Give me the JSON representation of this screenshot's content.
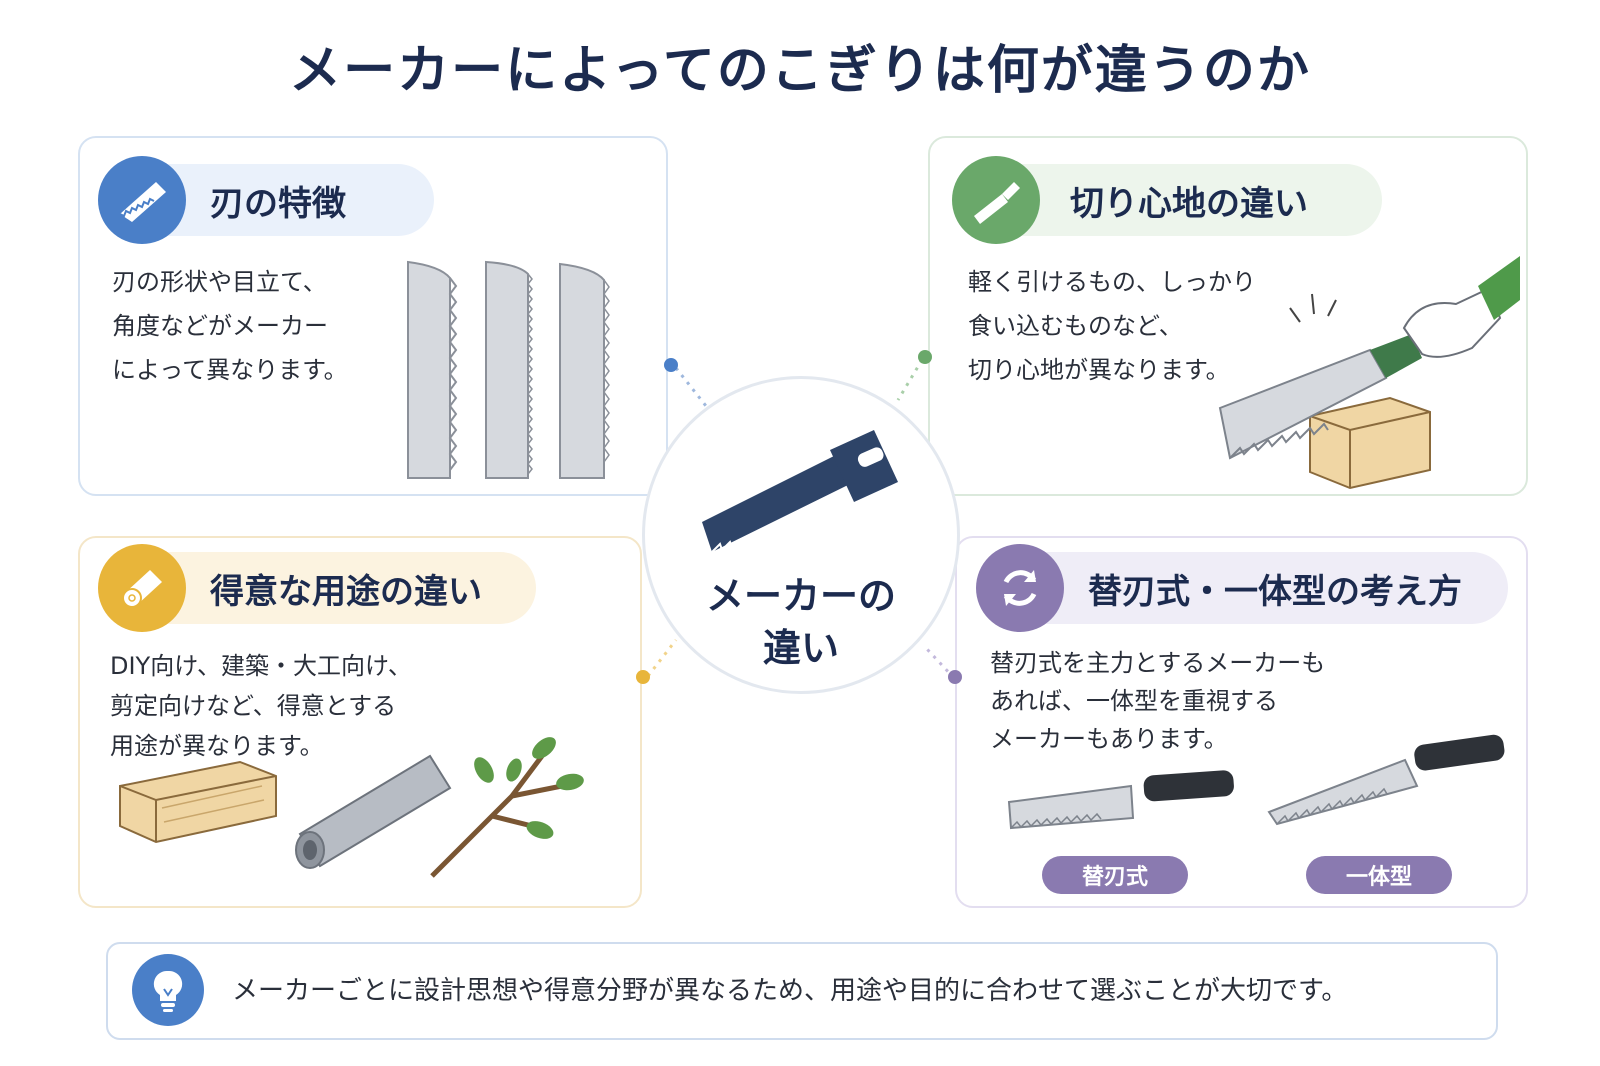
{
  "title": "メーカーによってのこぎりは何が違うのか",
  "center": {
    "line1": "メーカーの",
    "line2": "違い"
  },
  "cards": {
    "blade": {
      "heading": "刃の特徴",
      "lines": [
        "刃の形状や目立て、",
        "角度などがメーカー",
        "によって異なります。"
      ],
      "color": "#4a7fc8",
      "icon": "saw-blade-icon"
    },
    "feel": {
      "heading": "切り心地の違い",
      "lines": [
        "軽く引けるもの、しっかり",
        "食い込むものなど、",
        "切り心地が異なります。"
      ],
      "color": "#6aa86a",
      "icon": "pull-saw-icon"
    },
    "use": {
      "heading": "得意な用途の違い",
      "lines": [
        "DIY向け、建築・大工向け、",
        "剪定向けなど、得意とする",
        "用途が異なります。"
      ],
      "color": "#e8b53a",
      "icon": "wood-log-icon"
    },
    "type": {
      "heading": "替刃式・一体型の考え方",
      "lines": [
        "替刃式を主力とするメーカーも",
        "あれば、一体型を重視する",
        "メーカーもあります。"
      ],
      "color": "#8a7ab0",
      "icon": "refresh-icon",
      "tag_replaceable": "替刃式",
      "tag_integrated": "一体型"
    }
  },
  "footer": {
    "text": "メーカーごとに設計思想や得意分野が異なるため、用途や目的に合わせて選ぶことが大切です。",
    "icon": "lightbulb-icon",
    "color": "#4a7fc8"
  }
}
